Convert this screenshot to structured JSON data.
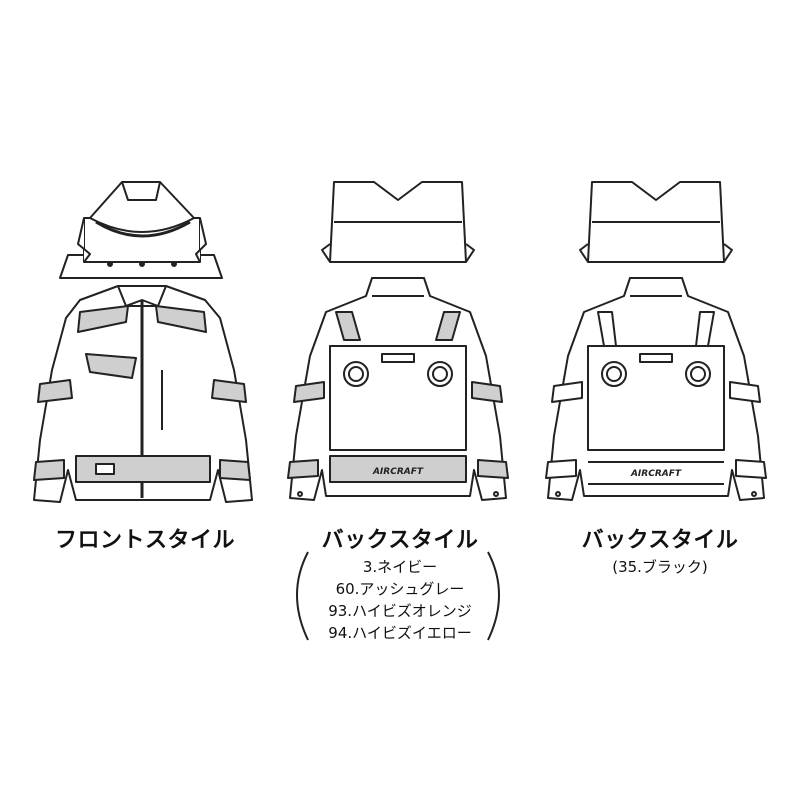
{
  "panels": [
    {
      "caption": "フロントスタイル"
    },
    {
      "caption": "バックスタイル",
      "colors": [
        "3.ネイビー",
        "60.アッシュグレー",
        "93.ハイビズオレンジ",
        "94.ハイビズイエロー"
      ]
    },
    {
      "caption": "バックスタイル",
      "colors": [
        "(35.ブラック)"
      ]
    }
  ],
  "logo_text": "AIRCRAFT",
  "palette": {
    "line": "#222222",
    "reflective": "#cfcfcf",
    "fill": "#ffffff"
  }
}
